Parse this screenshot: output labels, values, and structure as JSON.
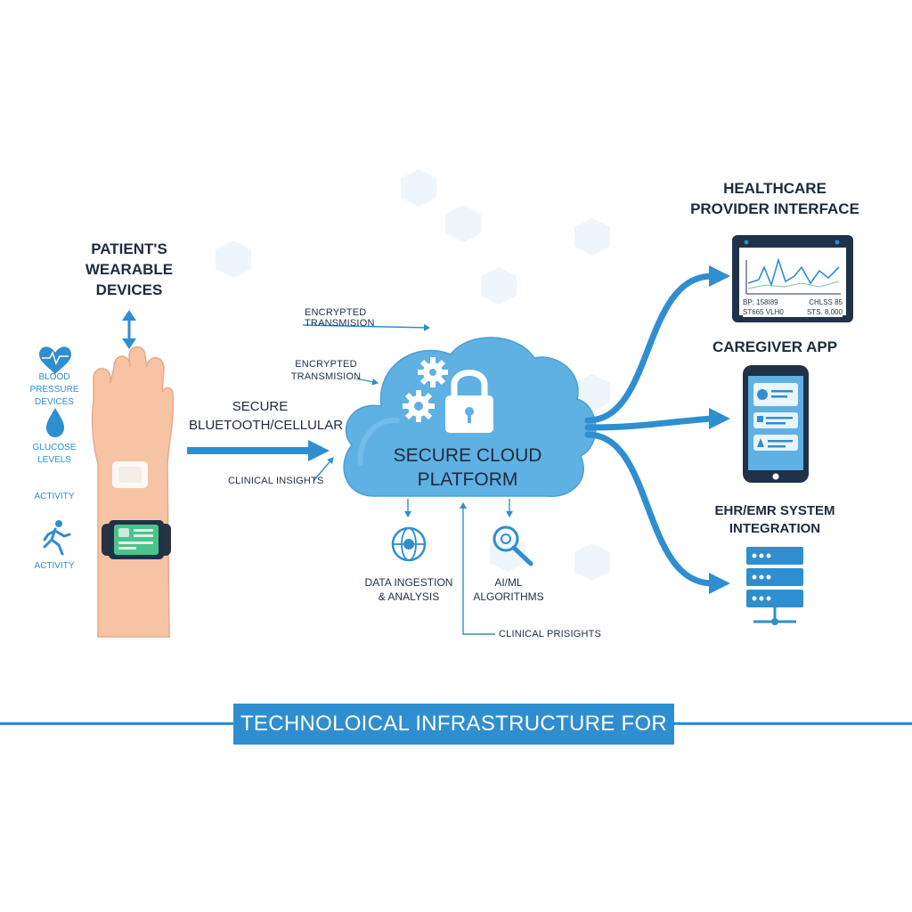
{
  "patient": {
    "heading_line1": "PATIENT'S",
    "heading_line2": "WEARABLE",
    "heading_line3": "DEVICES",
    "metrics": [
      {
        "label_line1": "BLOOD PRESSURE",
        "label_line2": "DEVICES",
        "icon": "heart-icon"
      },
      {
        "label_line1": "GLUCOSE",
        "label_line2": "LEVELS",
        "icon": "droplet-icon"
      },
      {
        "label_line1": "ACTIVITY",
        "label_line2": "",
        "icon": ""
      },
      {
        "label_line1": "ACTIVITY",
        "label_line2": "",
        "icon": "runner-icon"
      }
    ]
  },
  "link": {
    "secure_line1": "SECURE",
    "secure_line2": "BLUETOOTH/CELLULAR",
    "clinical_insights": "CLINICAL INSIGHTS",
    "encrypted_top": "ENCRYPTED TRANSMISION",
    "encrypted_mid_line1": "ENCRYPTED",
    "encrypted_mid_line2": "TRANSMISION"
  },
  "cloud": {
    "title_line1": "SECURE CLOUD",
    "title_line2": "PLATFORM",
    "data_ingestion_line1": "DATA INGESTION",
    "data_ingestion_line2": "& ANALYSIS",
    "ai_line1": "AI/ML",
    "ai_line2": "ALGORITHMS",
    "clinical_prisights": "CLINICAL PRISIGHTS"
  },
  "outputs": {
    "provider_line1": "HEALTHCARE",
    "provider_line2": "PROVIDER INTERFACE",
    "tablet_readout_1": "BP: 158I89",
    "tablet_readout_2": "CHLSS 85",
    "tablet_readout_3": "ST665 VLH0",
    "tablet_readout_4": "STS. 8,000",
    "caregiver": "CAREGIVER APP",
    "ehr_line1": "EHR/EMR SYSTEM",
    "ehr_line2": "INTEGRATION"
  },
  "footer": {
    "banner": "TECHNOLOICAL INFRASTRUCTURE FOR RPM"
  },
  "colors": {
    "accent": "#2f8ed0",
    "cloud": "#5fb0e3",
    "skin": "#f6c4a4",
    "navy": "#1f3247"
  }
}
